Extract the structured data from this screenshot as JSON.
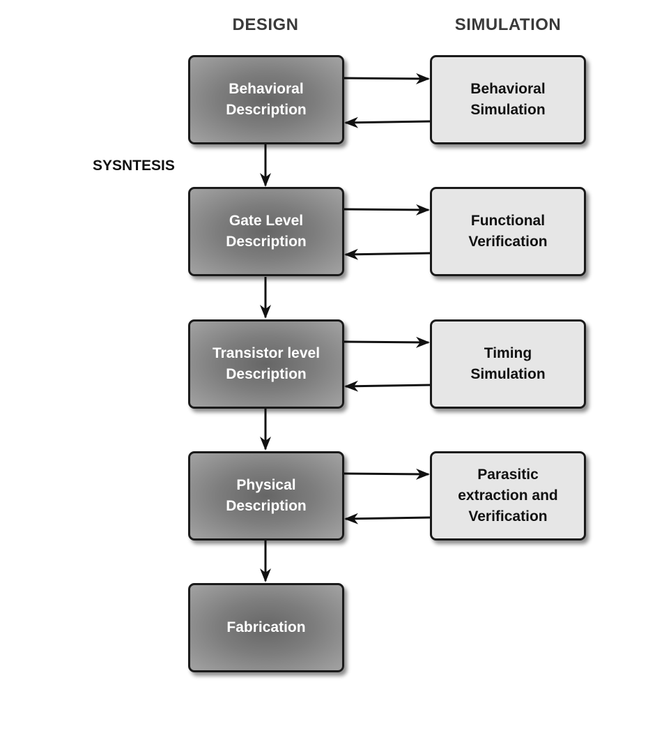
{
  "headers": {
    "design": "DESIGN",
    "simulation": "SIMULATION"
  },
  "synthesis_label": "SYSNTESIS",
  "design_steps": [
    {
      "label": "Behavioral\nDescription"
    },
    {
      "label": "Gate Level\nDescription"
    },
    {
      "label": "Transistor level\nDescription"
    },
    {
      "label": "Physical\nDescription"
    },
    {
      "label": "Fabrication"
    }
  ],
  "simulation_steps": [
    {
      "label": "Behavioral\nSimulation"
    },
    {
      "label": "Functional\nVerification"
    },
    {
      "label": "Timing\nSimulation"
    },
    {
      "label": "Parasitic\nextraction  and\nVerification"
    }
  ],
  "colors": {
    "design_box_fill": "#7d7d7d",
    "simulation_box_fill": "#e6e6e6",
    "stroke": "#1a1a1a"
  }
}
